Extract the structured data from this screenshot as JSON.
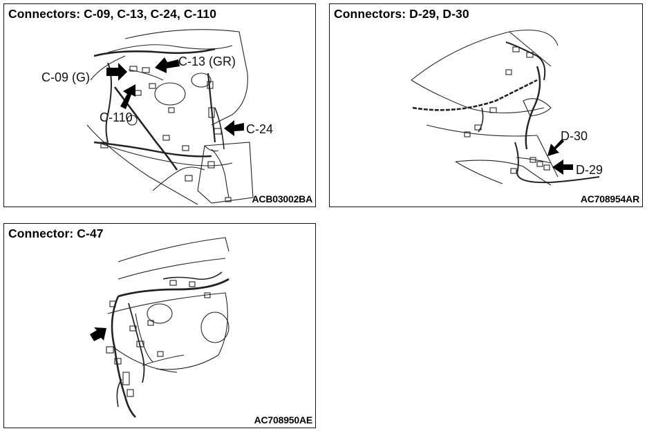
{
  "panels": [
    {
      "title": "Connectors: C-09, C-13, C-24, C-110",
      "code": "ACB03002BA",
      "labels": {
        "c09": "C-09 (G)",
        "c13": "C-13 (GR)",
        "c110": "C-110",
        "c24": "C-24"
      }
    },
    {
      "title": "Connectors: D-29, D-30",
      "code": "AC708954AR",
      "labels": {
        "d30": "D-30",
        "d29": "D-29"
      }
    },
    {
      "title": "Connector: C-47",
      "code": "AC708950AE",
      "labels": {}
    }
  ],
  "icons": {
    "pointer": "arrow-icon"
  }
}
